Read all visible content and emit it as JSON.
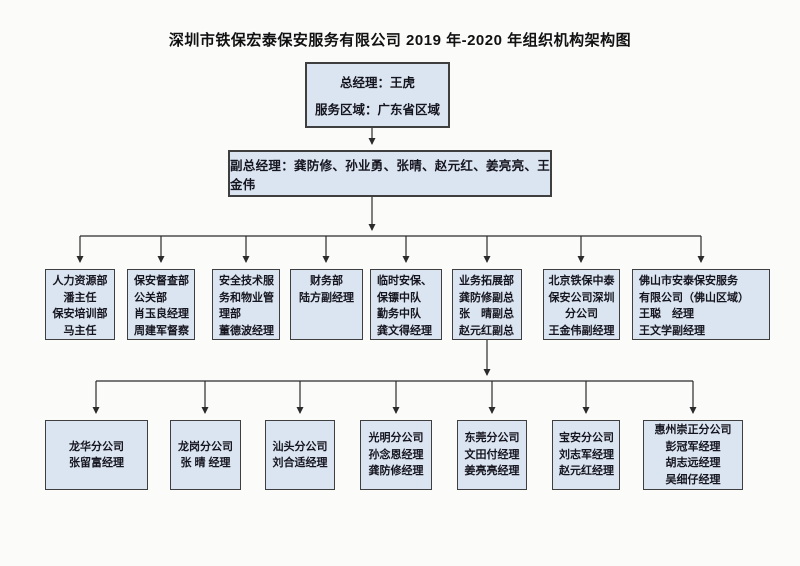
{
  "title": "深圳市铁保宏泰保安服务有限公司 2019 年-2020 年组织机构架构图",
  "colors": {
    "box_fill": "#dbe5f1",
    "box_border": "#3f3f3f",
    "line": "#2b2b2b",
    "paper": "#fbfbfa"
  },
  "general_manager": {
    "lines": [
      "总经理：王虎",
      "服务区域：广东省区域"
    ]
  },
  "deputy_general_managers": {
    "text": "副总经理：龚防修、孙业勇、张晴、赵元红、姜亮亮、王金伟"
  },
  "departments": [
    {
      "name": "人力资源部",
      "lines": [
        "人力资源部",
        "潘主任",
        "保安培训部",
        "马主任"
      ]
    },
    {
      "name": "保安督查部",
      "lines": [
        "保安督查部",
        "公关部",
        "肖玉良经理",
        "周建军督察"
      ]
    },
    {
      "name": "安全技术服务和物业管理部",
      "lines": [
        "安全技术服",
        "务和物业管",
        "理部",
        "董德波经理"
      ]
    },
    {
      "name": "财务部",
      "lines": [
        "财务部",
        "陆方副经理"
      ]
    },
    {
      "name": "临时安保、保镖中队",
      "lines": [
        "临时安保、",
        "保镖中队",
        "勤务中队",
        "龚文得经理"
      ]
    },
    {
      "name": "业务拓展部",
      "lines": [
        "业务拓展部",
        "龚防修副总",
        "张　晴副总",
        "赵元红副总"
      ]
    },
    {
      "name": "北京铁保中泰保安公司深圳分公司",
      "lines": [
        "北京铁保中泰",
        "保安公司深圳",
        "分公司",
        "王金伟副经理"
      ]
    },
    {
      "name": "佛山市安泰保安服务有限公司",
      "lines": [
        "佛山市安泰保安服务",
        "有限公司（佛山区域）",
        "王聪　经理",
        "王文学副经理"
      ]
    }
  ],
  "branches": [
    {
      "name": "龙华分公司",
      "lines": [
        "龙华分公司",
        "张留富经理"
      ]
    },
    {
      "name": "龙岗分公司",
      "lines": [
        "龙岗分公司",
        "张 晴 经理"
      ]
    },
    {
      "name": "汕头分公司",
      "lines": [
        "汕头分公司",
        "刘合适经理"
      ]
    },
    {
      "name": "光明分公司",
      "lines": [
        "光明分公司",
        "孙念恩经理",
        "龚防修经理"
      ]
    },
    {
      "name": "东莞分公司",
      "lines": [
        "东莞分公司",
        "文田付经理",
        "姜亮亮经理"
      ]
    },
    {
      "name": "宝安分公司",
      "lines": [
        "宝安分公司",
        "刘志军经理",
        "赵元红经理"
      ]
    },
    {
      "name": "惠州崇正分公司",
      "lines": [
        "惠州崇正分公司",
        "彭冠军经理",
        "胡志远经理",
        "吴细仔经理"
      ]
    }
  ]
}
